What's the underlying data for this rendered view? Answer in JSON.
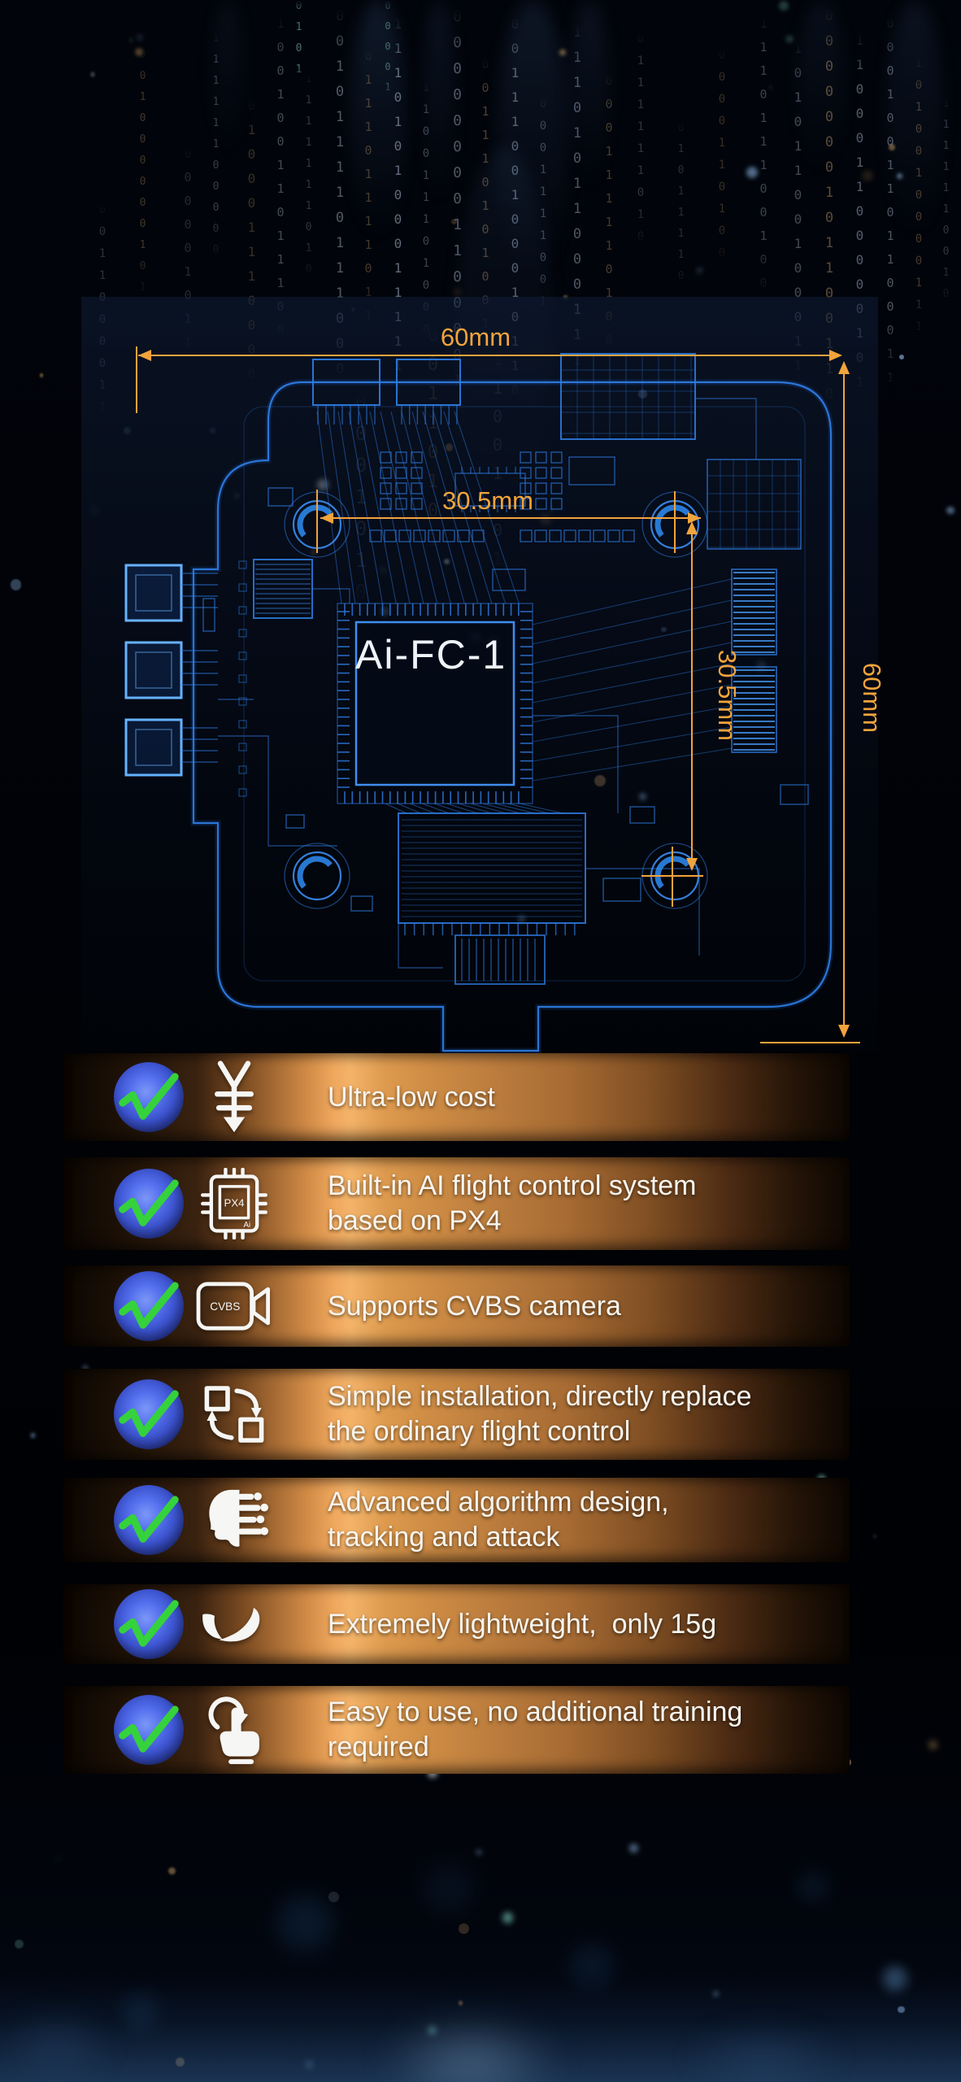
{
  "blueprint": {
    "product_label": "Ai-FC-1",
    "dim_top": "60mm",
    "dim_inner_h": "30.5mm",
    "dim_inner_v": "30.5mm",
    "dim_right": "60mm",
    "accent_color": "#f2a43c",
    "line_color": "#2f7fe8"
  },
  "features": [
    {
      "icon": "yen-cost-down-icon",
      "lines": [
        "Ultra-low cost"
      ]
    },
    {
      "icon": "px4-ai-chip-icon",
      "chip_text": "PX4",
      "chip_subtext": "Ai",
      "lines": [
        "Built-in AI flight control system",
        "based on PX4"
      ]
    },
    {
      "icon": "cvbs-camera-icon",
      "camera_text": "CVBS",
      "lines": [
        "Supports CVBS camera"
      ]
    },
    {
      "icon": "replace-swap-icon",
      "lines": [
        "Simple installation, directly replace",
        "the ordinary flight control"
      ]
    },
    {
      "icon": "ai-algorithm-head-icon",
      "lines": [
        "Advanced algorithm design,",
        "tracking and attack"
      ]
    },
    {
      "icon": "feather-lightweight-icon",
      "lines": [
        "Extremely lightweight,  only 15g"
      ]
    },
    {
      "icon": "touch-easy-use-icon",
      "lines": [
        "Easy to use, no additional training",
        "required"
      ]
    }
  ],
  "styles": {
    "check_green": "#35d23c",
    "bar_peak": "#f3b369",
    "text_color": "#f8f5ef",
    "matrix_glyphs": "01"
  }
}
